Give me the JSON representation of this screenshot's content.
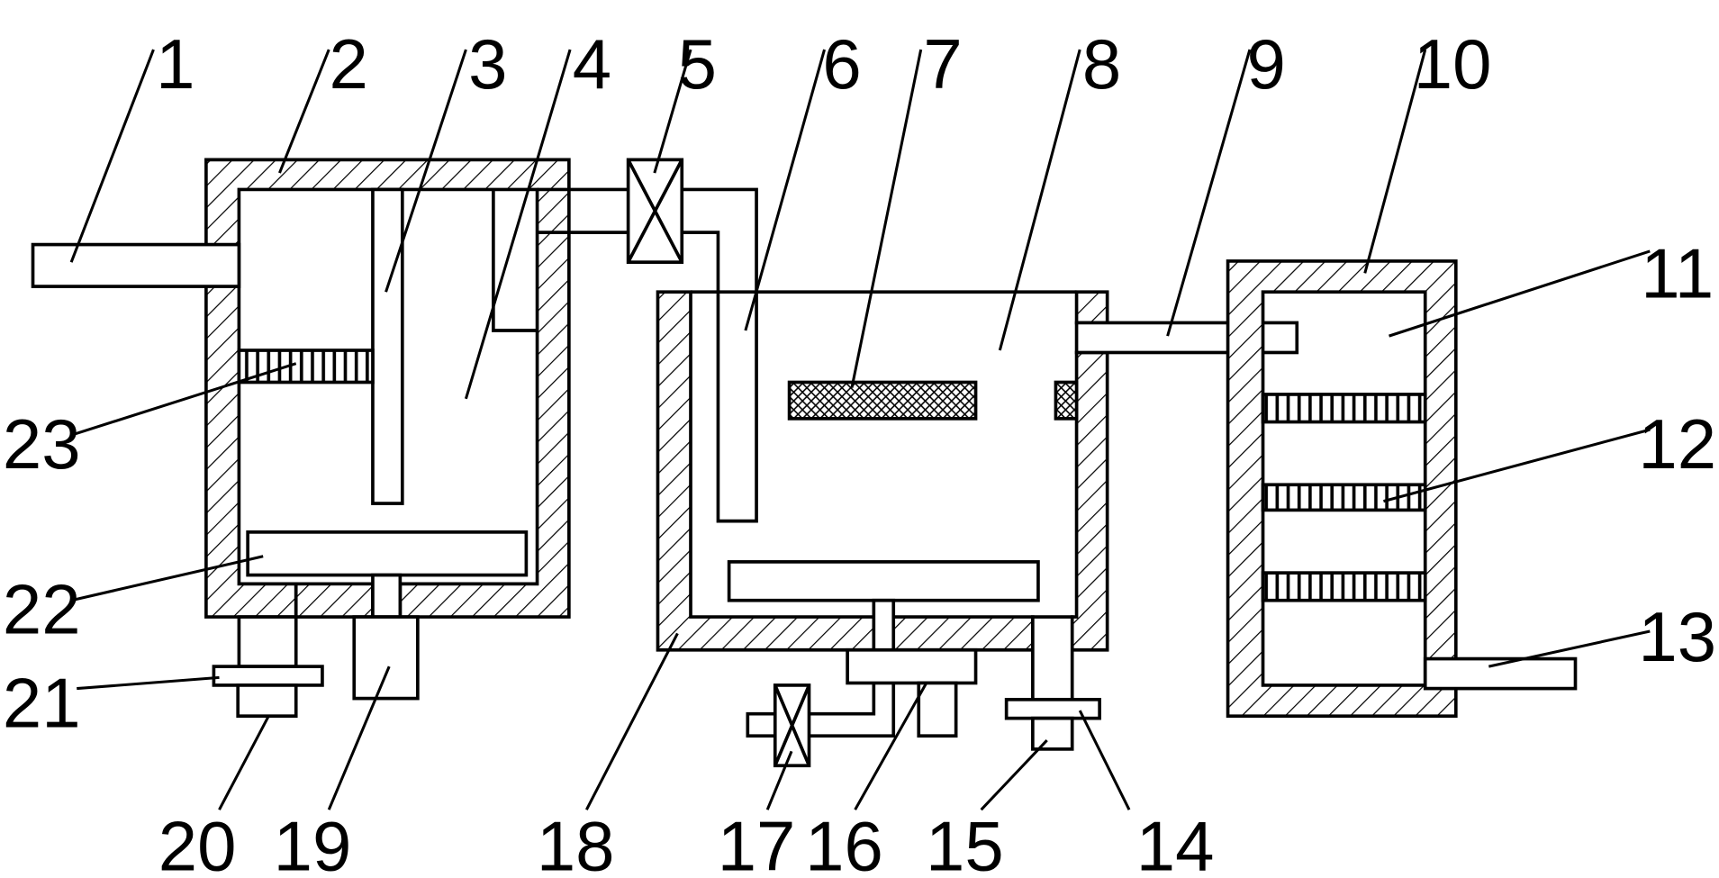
{
  "diagram": {
    "type": "patent schematic",
    "labels": {
      "l1": "1",
      "l2": "2",
      "l3": "3",
      "l4": "4",
      "l5": "5",
      "l6": "6",
      "l7": "7",
      "l8": "8",
      "l9": "9",
      "l10": "10",
      "l11": "11",
      "l12": "12",
      "l13": "13",
      "l14": "14",
      "l15": "15",
      "l16": "16",
      "l17": "17",
      "l18": "18",
      "l19": "19",
      "l20": "20",
      "l21": "21",
      "l22": "22",
      "l23": "23"
    },
    "colors": {
      "line": "#000000",
      "background": "#ffffff"
    }
  }
}
